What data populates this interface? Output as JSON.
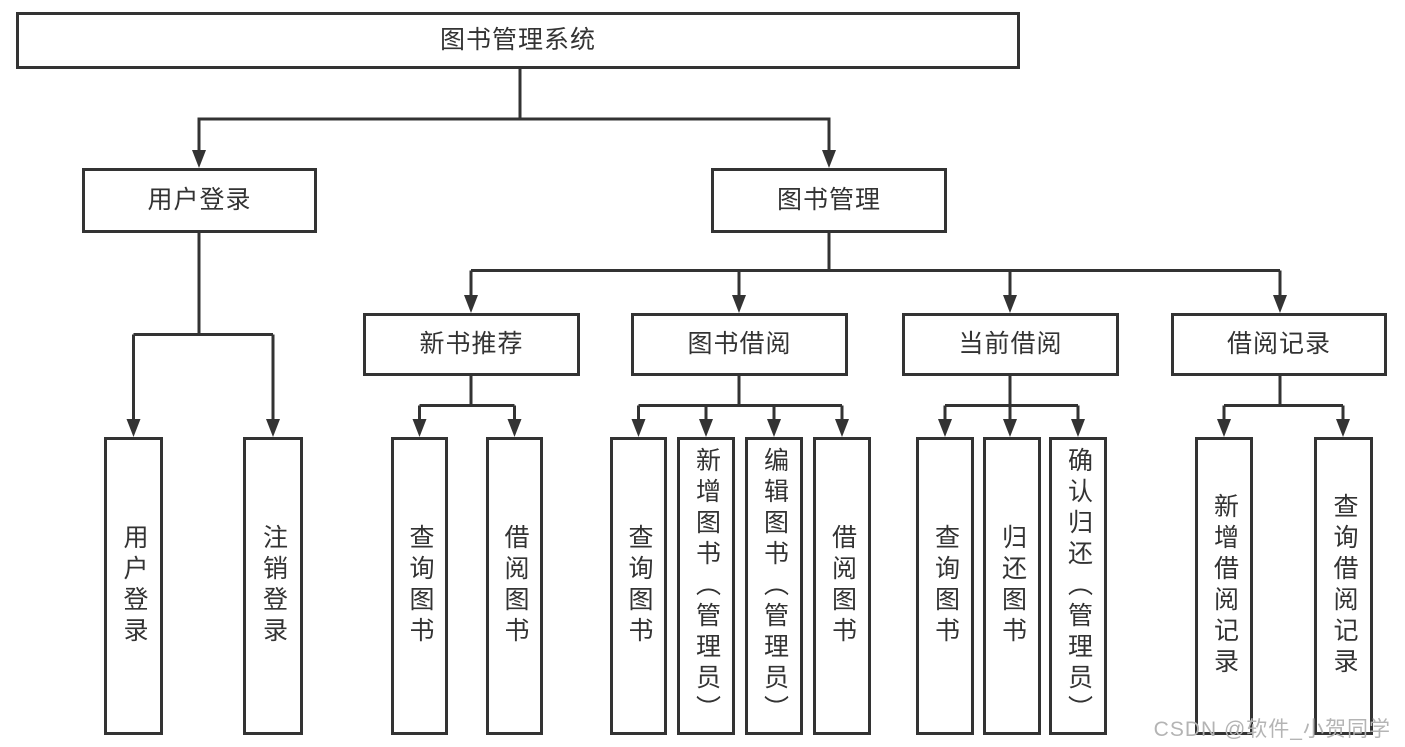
{
  "diagram": {
    "type": "tree",
    "orientation": "top-down",
    "colors": {
      "background": "#ffffff",
      "line": "#333333",
      "box_border": "#333333",
      "box_fill": "#ffffff",
      "text": "#333333",
      "watermark": "#b4b4b4"
    },
    "tree": {
      "root": {
        "label": "图书管理系统",
        "children": [
          {
            "label": "用户登录",
            "children": [
              {
                "label": "用户登录"
              },
              {
                "label": "注销登录"
              }
            ]
          },
          {
            "label": "图书管理",
            "children": [
              {
                "label": "新书推荐",
                "children": [
                  {
                    "label": "查询图书"
                  },
                  {
                    "label": "借阅图书"
                  }
                ]
              },
              {
                "label": "图书借阅",
                "children": [
                  {
                    "label": "查询图书"
                  },
                  {
                    "label": "新增图书（管理员）"
                  },
                  {
                    "label": "编辑图书（管理员）"
                  },
                  {
                    "label": "借阅图书"
                  }
                ]
              },
              {
                "label": "当前借阅",
                "children": [
                  {
                    "label": "查询图书"
                  },
                  {
                    "label": "归还图书"
                  },
                  {
                    "label": "确认归还（管理员）"
                  }
                ]
              },
              {
                "label": "借阅记录",
                "children": [
                  {
                    "label": "新增借阅记录"
                  },
                  {
                    "label": "查询借阅记录"
                  }
                ]
              }
            ]
          }
        ]
      }
    },
    "watermark": "CSDN @软件_小贺同学"
  }
}
